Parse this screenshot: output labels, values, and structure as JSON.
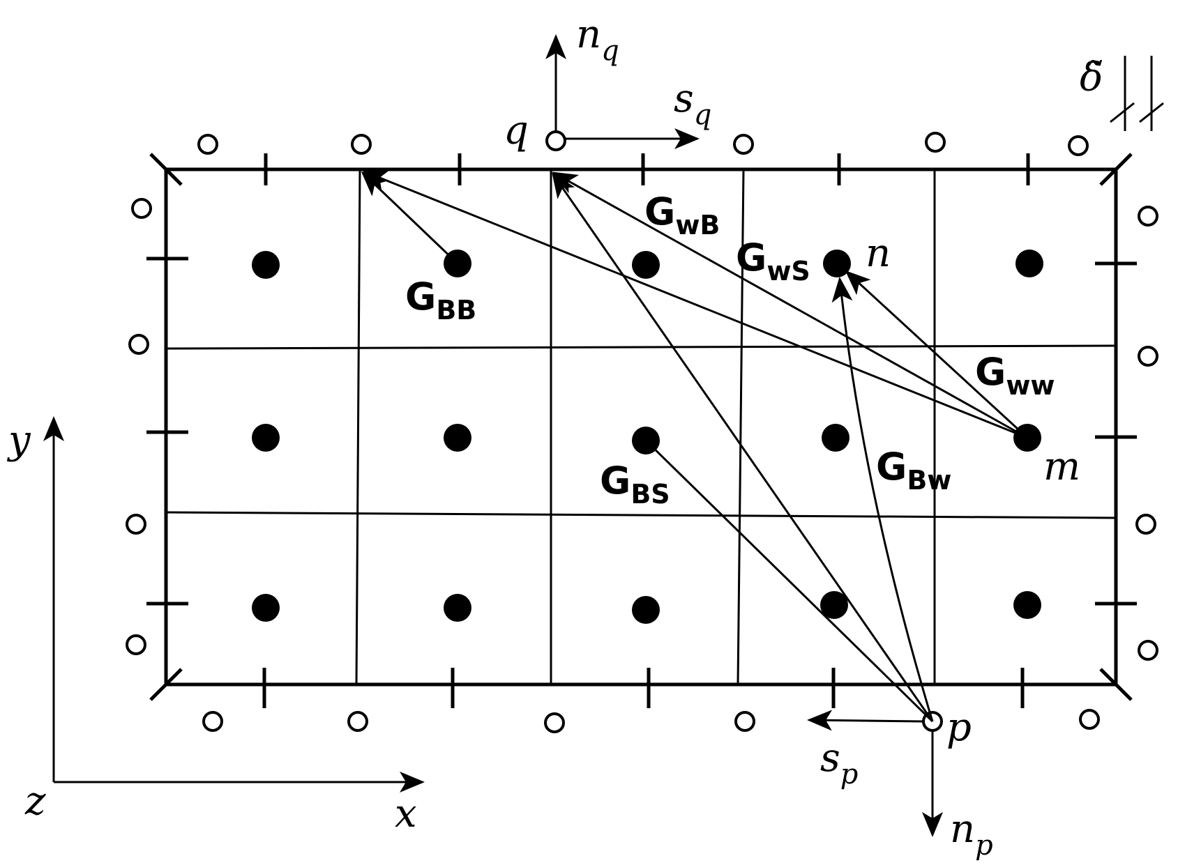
{
  "labels": {
    "q": "q",
    "p": "p",
    "n": "n",
    "m": "m",
    "n_q": {
      "base": "n",
      "sub": "q"
    },
    "s_q": {
      "base": "s",
      "sub": "q"
    },
    "n_p": {
      "base": "n",
      "sub": "p"
    },
    "s_p": {
      "base": "s",
      "sub": "p"
    },
    "delta": "δ̃",
    "x": "x",
    "y": "y",
    "z": "z"
  },
  "greens": {
    "G_WB": {
      "base": "G",
      "sub": "wB"
    },
    "G_WS": {
      "base": "G",
      "sub": "wS"
    },
    "G_BB": {
      "base": "G",
      "sub": "BB"
    },
    "G_WW": {
      "base": "G",
      "sub": "ww"
    },
    "G_BS": {
      "base": "G",
      "sub": "BS"
    },
    "G_BW": {
      "base": "G",
      "sub": "Bw"
    }
  },
  "grid": {
    "columns": 5,
    "rows": 3
  },
  "colors": {
    "ink": "#000000",
    "paper": "#ffffff"
  }
}
